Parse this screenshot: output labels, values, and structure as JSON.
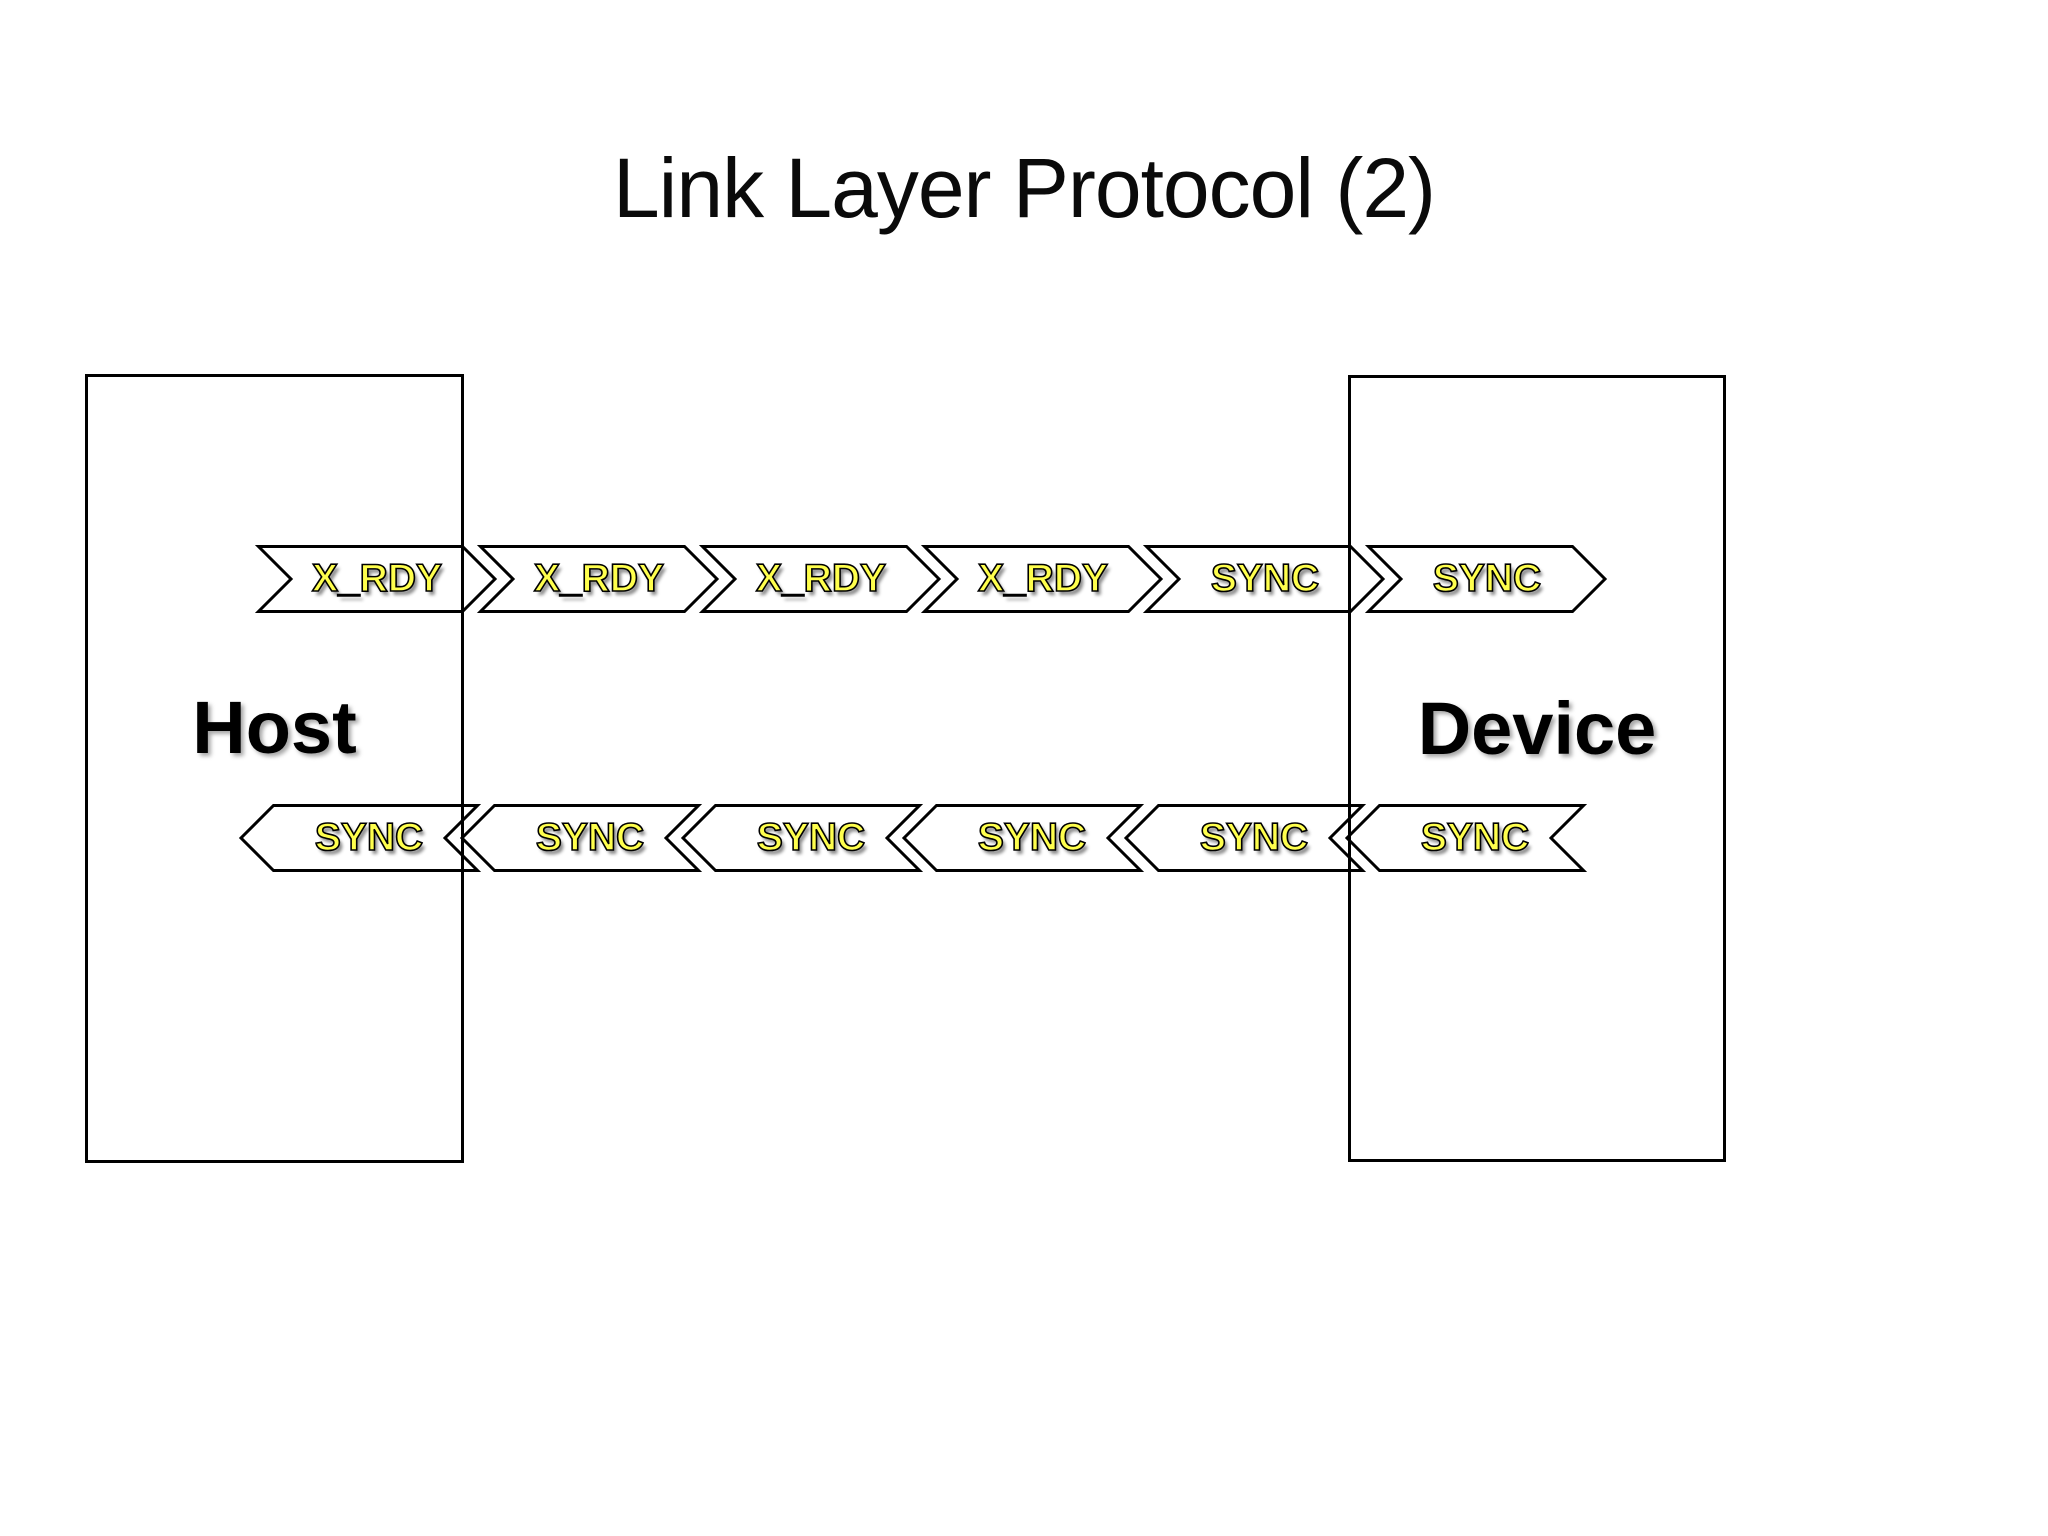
{
  "slide": {
    "title": "Link Layer Protocol (2)"
  },
  "diagram": {
    "host": {
      "label": "Host"
    },
    "device": {
      "label": "Device"
    },
    "top_row": {
      "direction": "host-to-device",
      "arrows": [
        {
          "label": "X_RDY"
        },
        {
          "label": "X_RDY"
        },
        {
          "label": "X_RDY"
        },
        {
          "label": "X_RDY"
        },
        {
          "label": "SYNC"
        },
        {
          "label": "SYNC"
        }
      ]
    },
    "bottom_row": {
      "direction": "device-to-host",
      "arrows": [
        {
          "label": "SYNC"
        },
        {
          "label": "SYNC"
        },
        {
          "label": "SYNC"
        },
        {
          "label": "SYNC"
        },
        {
          "label": "SYNC"
        },
        {
          "label": "SYNC"
        }
      ]
    },
    "colors": {
      "arrow_fill": "#FFFFFF",
      "arrow_outline": "#000000",
      "arrow_label_text": "#FFFF4D",
      "title_text": "#0A0A0A",
      "box_outline": "#000000"
    }
  }
}
